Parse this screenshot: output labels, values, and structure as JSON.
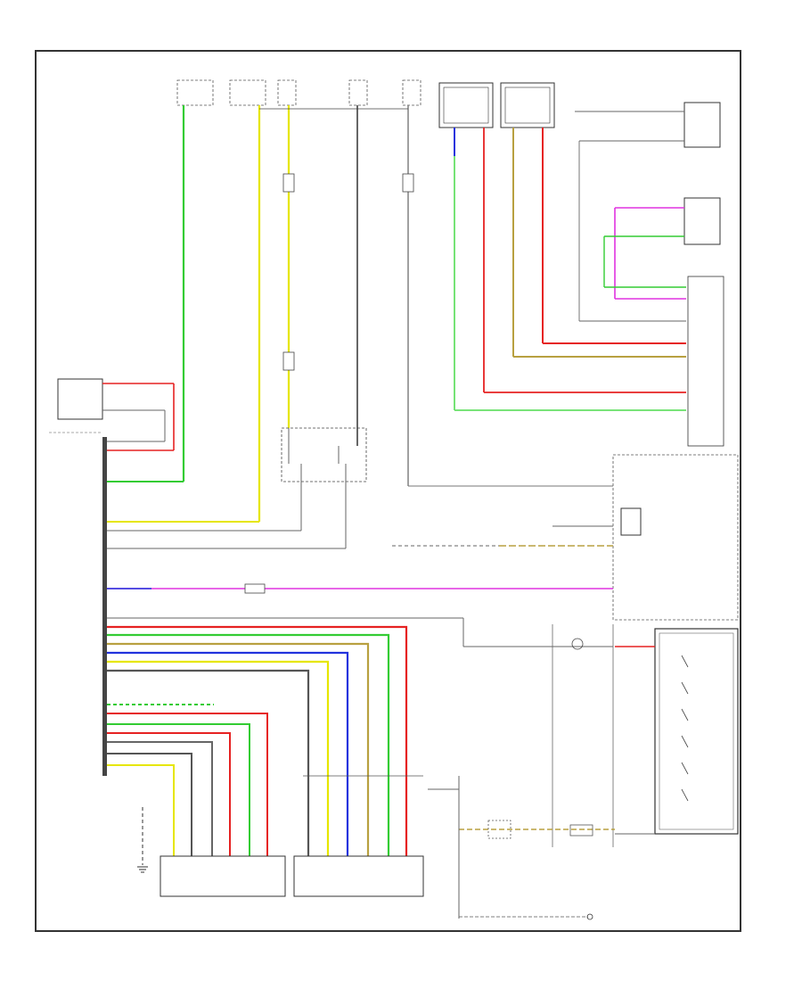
{
  "diagram": {
    "footer_code": "",
    "top_labels": [
      {
        "id": "t1",
        "text": ""
      },
      {
        "id": "t2",
        "text": ""
      },
      {
        "id": "t3",
        "text": ""
      },
      {
        "id": "t4",
        "text": ""
      },
      {
        "id": "t5",
        "text": ""
      },
      {
        "id": "t6",
        "text": ""
      },
      {
        "id": "t7",
        "text": ""
      },
      {
        "id": "t8",
        "text": ""
      }
    ],
    "component_labels": {
      "neutral_switch": "",
      "ecm_block": "",
      "shift_lever_assy": "",
      "transmission_switch": "",
      "speed_sensor_1": "",
      "speed_sensor_2": "",
      "combination_meter": ""
    }
  },
  "colors": {
    "frame": "#333333",
    "wire_gray": "#666666",
    "grn": "#33cc33",
    "yel": "#e6e600",
    "red": "#e62222",
    "blu": "#2233dd",
    "pnk": "#e033e0",
    "brn": "#b8a040",
    "dark": "#555555",
    "lt_grn": "#66e066"
  }
}
